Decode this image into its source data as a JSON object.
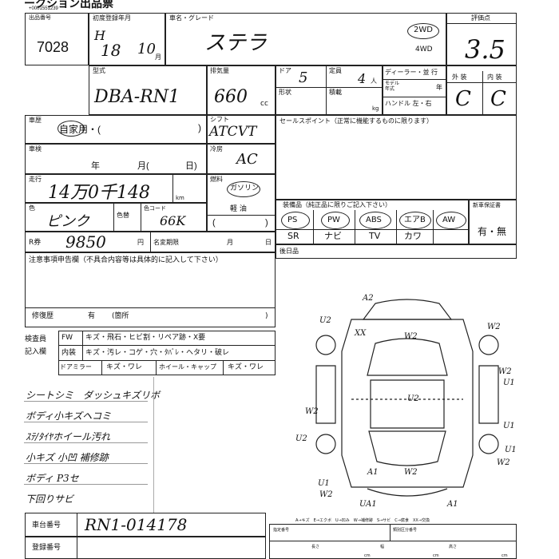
{
  "header": {
    "title_partial": "ークション出品票",
    "top_small": "+0001551239"
  },
  "lot": {
    "label": "出品番号",
    "value": "7028"
  },
  "registration": {
    "label": "初度登録年月",
    "era": "H",
    "year": "18",
    "month": "10",
    "month_unit": "月"
  },
  "car_name": {
    "label": "車名・グレード",
    "value": "ステラ"
  },
  "drive": {
    "opt_2wd": "2WD",
    "opt_4wd": "4WD",
    "selected": "2WD"
  },
  "score": {
    "label": "評価点",
    "value": "3.5"
  },
  "model": {
    "label": "型式",
    "value": "DBA-RN1"
  },
  "displacement": {
    "label": "排気量",
    "value": "660",
    "unit": "cc"
  },
  "doors": {
    "label": "ドア",
    "value": "5"
  },
  "capacity": {
    "label": "定員",
    "value": "4",
    "unit": "人"
  },
  "dealer": {
    "label": "ディーラー・並 行",
    "model_year_label": "モデル\n年式",
    "year_unit": "年"
  },
  "shape": {
    "label": "形状",
    "load_label": "積載",
    "kg": "kg",
    "handle_label": "ハンドル 左・右"
  },
  "ext_int": {
    "ext_label": "外 装",
    "int_label": "内 装",
    "ext_value": "C",
    "int_value": "C"
  },
  "vehicle_type": {
    "label": "車歴",
    "value": "自家用・(",
    "close": ")"
  },
  "shift": {
    "label": "シフト",
    "value": "ATCVT"
  },
  "sales_point": {
    "label": "セールスポイント（正常に機能するものに限ります）"
  },
  "inspection": {
    "label": "車検",
    "nen": "年",
    "tsuki": "月(",
    "hi": "日)"
  },
  "aircon": {
    "label": "冷房",
    "value": "AC"
  },
  "mileage": {
    "label": "走行",
    "value": "14万0千148",
    "unit": "km"
  },
  "fuel": {
    "label": "燃料",
    "value": "ガソリン",
    "diesel": "軽 油",
    "paren_l": "(",
    "paren_r": ")"
  },
  "color": {
    "label": "色",
    "value": "ピンク",
    "change_label": "色替",
    "code_label": "色コード",
    "code_value": "66K"
  },
  "equipment": {
    "label": "装備品（純正品に限りご記入下さい）",
    "row1": [
      "PS",
      "PW",
      "ABS",
      "エアB",
      "AW"
    ],
    "row2": [
      "SR",
      "ナビ",
      "TV",
      "カワ"
    ],
    "circled": [
      "PS",
      "PW",
      "ABS",
      "エアB",
      "AW"
    ]
  },
  "warranty": {
    "label": "新車保証書",
    "value": "有・無"
  },
  "price": {
    "label": "R券",
    "value": "9850",
    "unit": "円",
    "meigi_label": "名変期限",
    "tsuki": "月",
    "hi": "日"
  },
  "after_market_label": "後日品",
  "notes": {
    "label": "注意事項申告欄（不具合内容等は具体的に記入して下さい）"
  },
  "repair": {
    "label": "修復歴",
    "yes": "有",
    "paren": "(箇所",
    "close": ")"
  },
  "checks": {
    "inspector_label": "検査員",
    "entry_label": "記入欄",
    "fw_label": "FW",
    "fw_items": "キズ・飛石・ヒビ割・リペア跡・X要",
    "interior_label": "内装",
    "interior_items": "キズ・汚レ・コゲ・穴・ﾀﾊﾞﾚ・ヘタリ・破レ",
    "mirror_label": "ドアミラー",
    "mirror_items": "キズ・ワレ",
    "wheel_label": "ホイール・キャップ",
    "wheel_items": "キズ・ワレ"
  },
  "remarks": [
    "シートシミ　ダッシュキズリボ",
    "ボディ小キズヘコミ",
    "ｽﾃ/ﾀｲﾔホイール汚れ",
    "小キズ 小凹 補修跡",
    "ボディ P3セ",
    "下回りサビ"
  ],
  "chassis": {
    "label": "車台番号",
    "value": "RN1-014178"
  },
  "registration_no": {
    "label": "登録番号"
  },
  "legend": {
    "line": "A→キズ　E→エクボ　U→凹み　W→補修跡　S→サビ　C→腐食　XX→交換",
    "specific_label": "指定番号",
    "class_label": "類別区分番号",
    "length_label": "長さ",
    "width_label": "幅",
    "height_label": "高さ",
    "cm": "cm"
  },
  "diagram_marks": [
    "A2",
    "U2",
    "XX",
    "W2",
    "W2",
    "W2",
    "U1",
    "U2",
    "W2",
    "U1",
    "W2",
    "U2",
    "W2",
    "U1",
    "W2",
    "U1",
    "UA1",
    "A1",
    "A1"
  ]
}
